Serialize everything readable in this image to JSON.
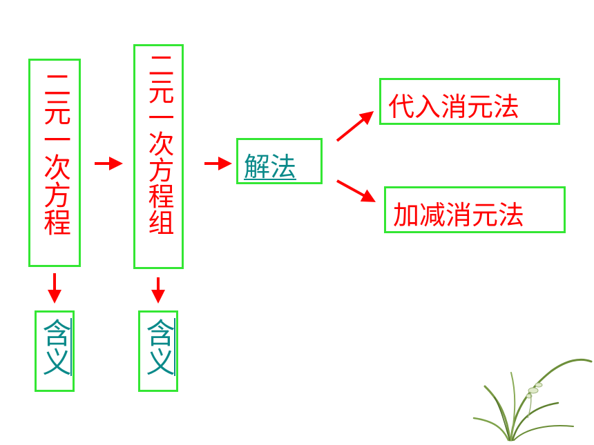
{
  "nodes": {
    "equation": {
      "label": "二元一次方程",
      "meaning": "含义"
    },
    "system": {
      "label": "二元一次方程组",
      "meaning": "含义"
    },
    "solution": {
      "label": "解法"
    },
    "substitution": {
      "label": "代入消元法"
    },
    "elimination": {
      "label": "加减消元法"
    }
  },
  "colors": {
    "box_border": "#33e633",
    "primary_text": "#ff0000",
    "link_text": "#0b8a8a",
    "arrow": "#ff0000"
  },
  "decoration": {
    "icon": "orchid-plant-icon"
  }
}
